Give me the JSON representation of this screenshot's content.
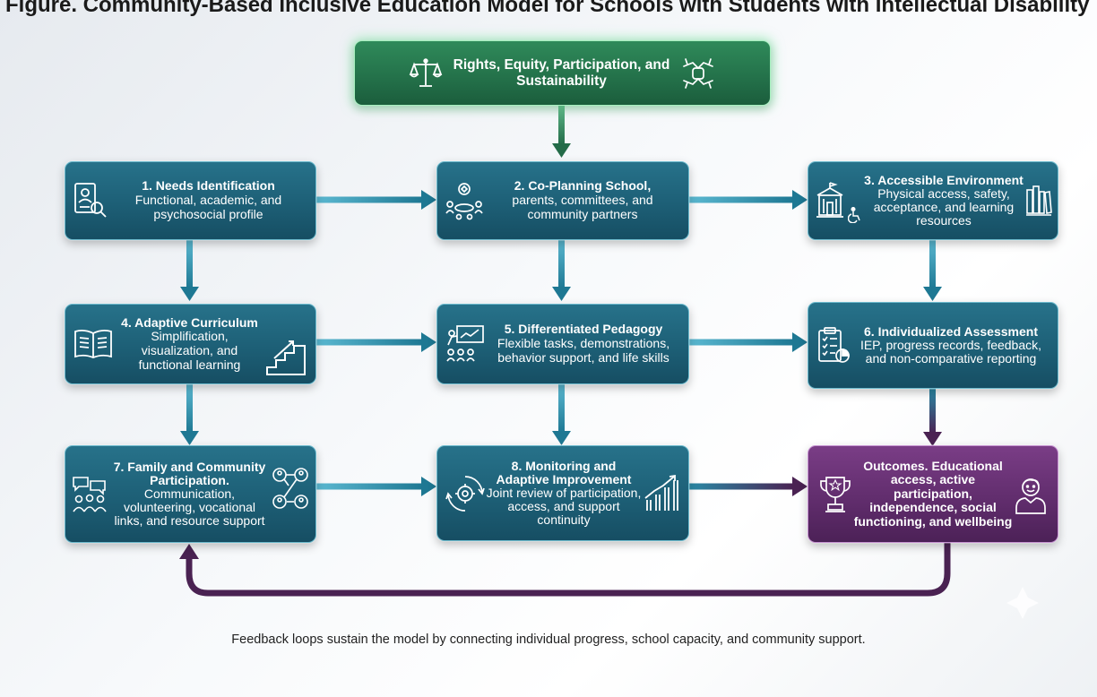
{
  "header": {
    "title": "Figure. Community-Based Inclusive Education Model for Schools with Students with Intellectual Disability"
  },
  "top_node": {
    "title": "Rights, Equity, Participation, and Sustainability"
  },
  "nodes": [
    {
      "title": "1. Needs Identification",
      "desc": "Functional, academic, and psychosocial profile"
    },
    {
      "title": "2. Co-Planning School,",
      "desc": "parents, committees, and community partners"
    },
    {
      "title": "3. Accessible Environment",
      "desc": "Physical access, safety, acceptance, and learning resources"
    },
    {
      "title": "4. Adaptive Curriculum",
      "desc": "Simplification, visualization, and functional learning"
    },
    {
      "title": "5. Differentiated Pedagogy",
      "desc": "Flexible tasks, demonstrations, behavior support, and life skills"
    },
    {
      "title": "6. Individualized Assessment",
      "desc": "IEP, progress records, feedback, and non-comparative reporting"
    },
    {
      "title": "7. Family and Community Participation.",
      "desc": "Communication, volunteering, vocational links, and resource support"
    },
    {
      "title": "8. Monitoring and Adaptive Improvement",
      "desc": "Joint review of participation, access, and support continuity"
    }
  ],
  "outcome": {
    "title": "Outcomes. Educational access, active participation, independence, social functioning, and wellbeing"
  },
  "footer": {
    "note": "Feedback loops sustain the model by connecting individual progress, school capacity, and community support."
  },
  "colors": {
    "box_teal": "#1d5f76",
    "box_border": "#6fbccf",
    "top_green": "#237049",
    "outcome_purple": "#5f2c6b",
    "arrow_teal": "#2a8aa6",
    "arrow_purple": "#4a2252"
  },
  "icons": [
    "scales-icon",
    "joined-hands-icon",
    "profile-search-icon",
    "meeting-icon",
    "school-building-icon",
    "accessibility-icon",
    "books-icon",
    "open-book-icon",
    "stairs-icon",
    "presentation-icon",
    "checklist-icon",
    "chat-people-icon",
    "network-icon",
    "cycle-gear-icon",
    "growth-chart-icon",
    "trophy-icon",
    "person-icon"
  ]
}
